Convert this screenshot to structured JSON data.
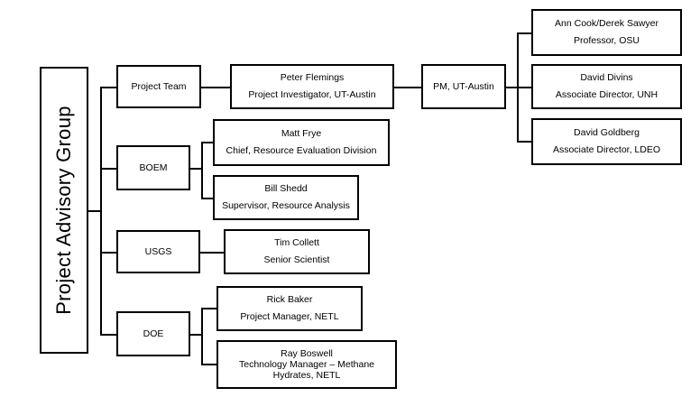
{
  "root": {
    "label": "Project Advisory Group"
  },
  "project_team": {
    "label": "Project Team",
    "lead": {
      "name": "Peter Flemings",
      "title": "Project Investigator, UT-Austin"
    },
    "pm": {
      "label": "PM, UT-Austin"
    },
    "members": [
      {
        "name": "Ann Cook/Derek Sawyer",
        "title": "Professor, OSU"
      },
      {
        "name": "David Divins",
        "title": "Associate Director, UNH"
      },
      {
        "name": "David Goldberg",
        "title": "Associate Director, LDEO"
      }
    ]
  },
  "boem": {
    "label": "BOEM",
    "members": [
      {
        "name": "Matt Frye",
        "title": "Chief, Resource Evaluation Division"
      },
      {
        "name": "Bill Shedd",
        "title": "Supervisor, Resource Analysis"
      }
    ]
  },
  "usgs": {
    "label": "USGS",
    "members": [
      {
        "name": "Tim Collett",
        "title": "Senior Scientist"
      }
    ]
  },
  "doe": {
    "label": "DOE",
    "members": [
      {
        "name": "Rick Baker",
        "title": "Project Manager, NETL"
      },
      {
        "name": "Ray Boswell",
        "title": "Technology Manager – Methane Hydrates, NETL"
      }
    ]
  }
}
